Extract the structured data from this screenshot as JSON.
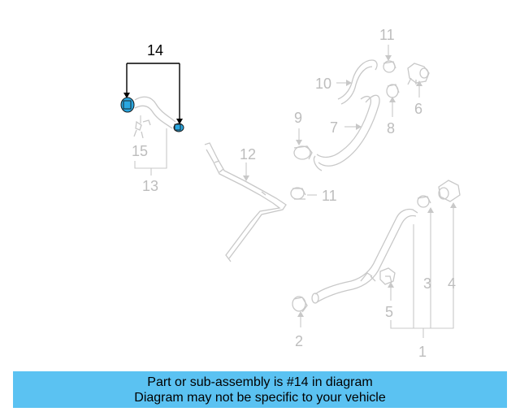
{
  "diagram": {
    "callouts": {
      "c1": "1",
      "c2": "2",
      "c3": "3",
      "c4": "4",
      "c5": "5",
      "c6": "6",
      "c7": "7",
      "c8": "8",
      "c9": "9",
      "c10": "10",
      "c11a": "11",
      "c11b": "11",
      "c12": "12",
      "c13": "13",
      "c14": "14",
      "c15": "15"
    },
    "highlight_color": "#2aa7e0",
    "highlighted_part": "14"
  },
  "banner": {
    "line1": "Part or sub-assembly is #14 in diagram",
    "line2": "Diagram may not be specific to your vehicle",
    "background": "#5bc2f2"
  }
}
